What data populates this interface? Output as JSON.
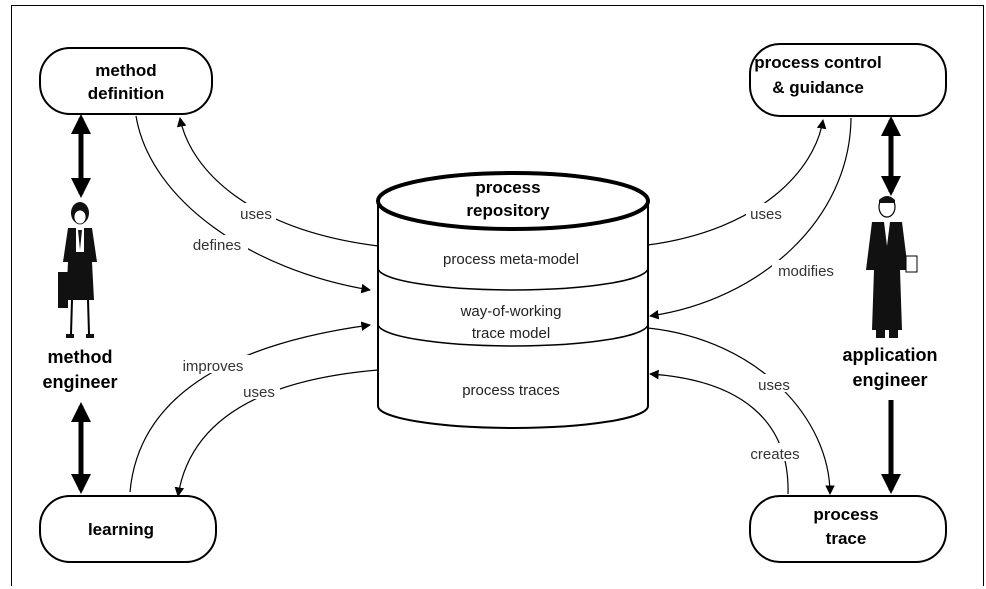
{
  "nodes": {
    "method_definition": {
      "line1": "method",
      "line2": "definition"
    },
    "process_control": {
      "line1": "process control",
      "line2": "& guidance"
    },
    "learning": {
      "line1": "learning"
    },
    "process_trace": {
      "line1": "process",
      "line2": "trace"
    },
    "repository": {
      "title1": "process",
      "title2": "repository",
      "layer1": "process meta-model",
      "layer2_line1": "way-of-working",
      "layer2_line2": "trace model",
      "layer3": "process traces"
    }
  },
  "roles": {
    "method_engineer": {
      "line1": "method",
      "line2": "engineer"
    },
    "application_engineer": {
      "line1": "application",
      "line2": "engineer"
    }
  },
  "edges": {
    "uses_md": "uses",
    "defines": "defines",
    "uses_pc": "uses",
    "modifies": "modifies",
    "improves": "improves",
    "uses_learning": "uses",
    "uses_pt": "uses",
    "creates": "creates"
  }
}
